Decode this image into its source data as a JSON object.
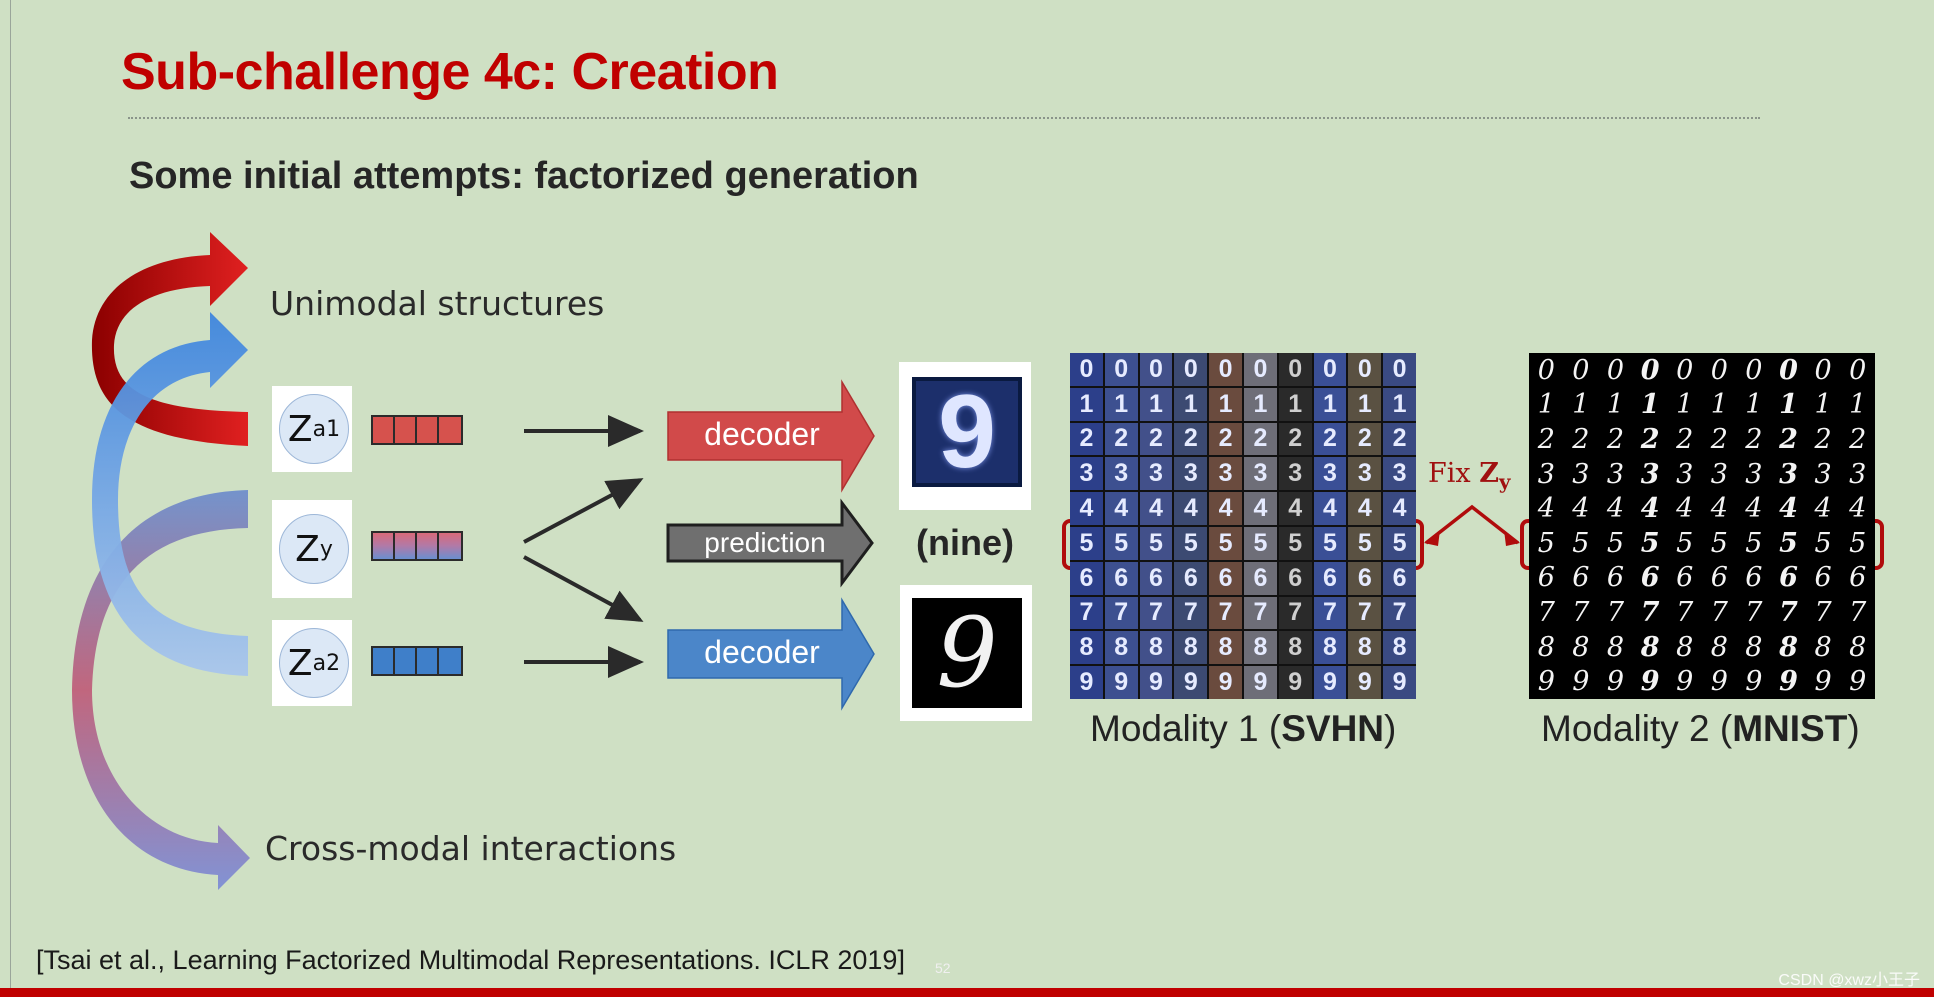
{
  "slide": {
    "title": "Sub-challenge 4c: Creation",
    "subtitle": "Some initial attempts: factorized generation",
    "citation": "[Tsai et al., Learning Factorized Multimodal Representations. ICLR 2019]",
    "page_number": "52",
    "watermark": "CSDN @xwz小王子"
  },
  "diagram": {
    "unimodal_label": "Unimodal structures",
    "crossmodal_label": "Cross-modal interactions",
    "factors": [
      {
        "base": "Z",
        "sub": "a1",
        "color": "red"
      },
      {
        "base": "Z",
        "sub": "y",
        "color": "mix"
      },
      {
        "base": "Z",
        "sub": "a2",
        "color": "blue"
      }
    ],
    "decoder_top_label": "decoder",
    "prediction_label": "prediction",
    "decoder_bottom_label": "decoder",
    "prediction_output": "(nine)",
    "svhn_sample_digit": "9",
    "mnist_sample_digit": "9",
    "fix_label": "Fix ",
    "fix_symbol": "Z",
    "fix_sub": "y",
    "modality1_prefix": "Modality 1 (",
    "modality1_bold": "SVHN",
    "modality1_suffix": ")",
    "modality2_prefix": "Modality 2 (",
    "modality2_bold": "MNIST",
    "modality2_suffix": ")"
  },
  "grids": {
    "digits": [
      "0",
      "1",
      "2",
      "3",
      "4",
      "5",
      "6",
      "7",
      "8",
      "9"
    ],
    "highlighted_row": 5,
    "svhn_column_tints": [
      "#2c3f8a",
      "#3d5090",
      "#42508a",
      "#3c4a72",
      "#6a4b3e",
      "#6e6e78",
      "#2a2a2a",
      "#3a4f96",
      "#5a5142",
      "#3a4a82"
    ]
  },
  "colors": {
    "title": "#c00000",
    "background": "#cfe0c4",
    "red_arrow": "#d14a4a",
    "blue_arrow": "#4b86c9",
    "gray_arrow": "#6f6f6f",
    "highlight": "#b00c0c"
  }
}
